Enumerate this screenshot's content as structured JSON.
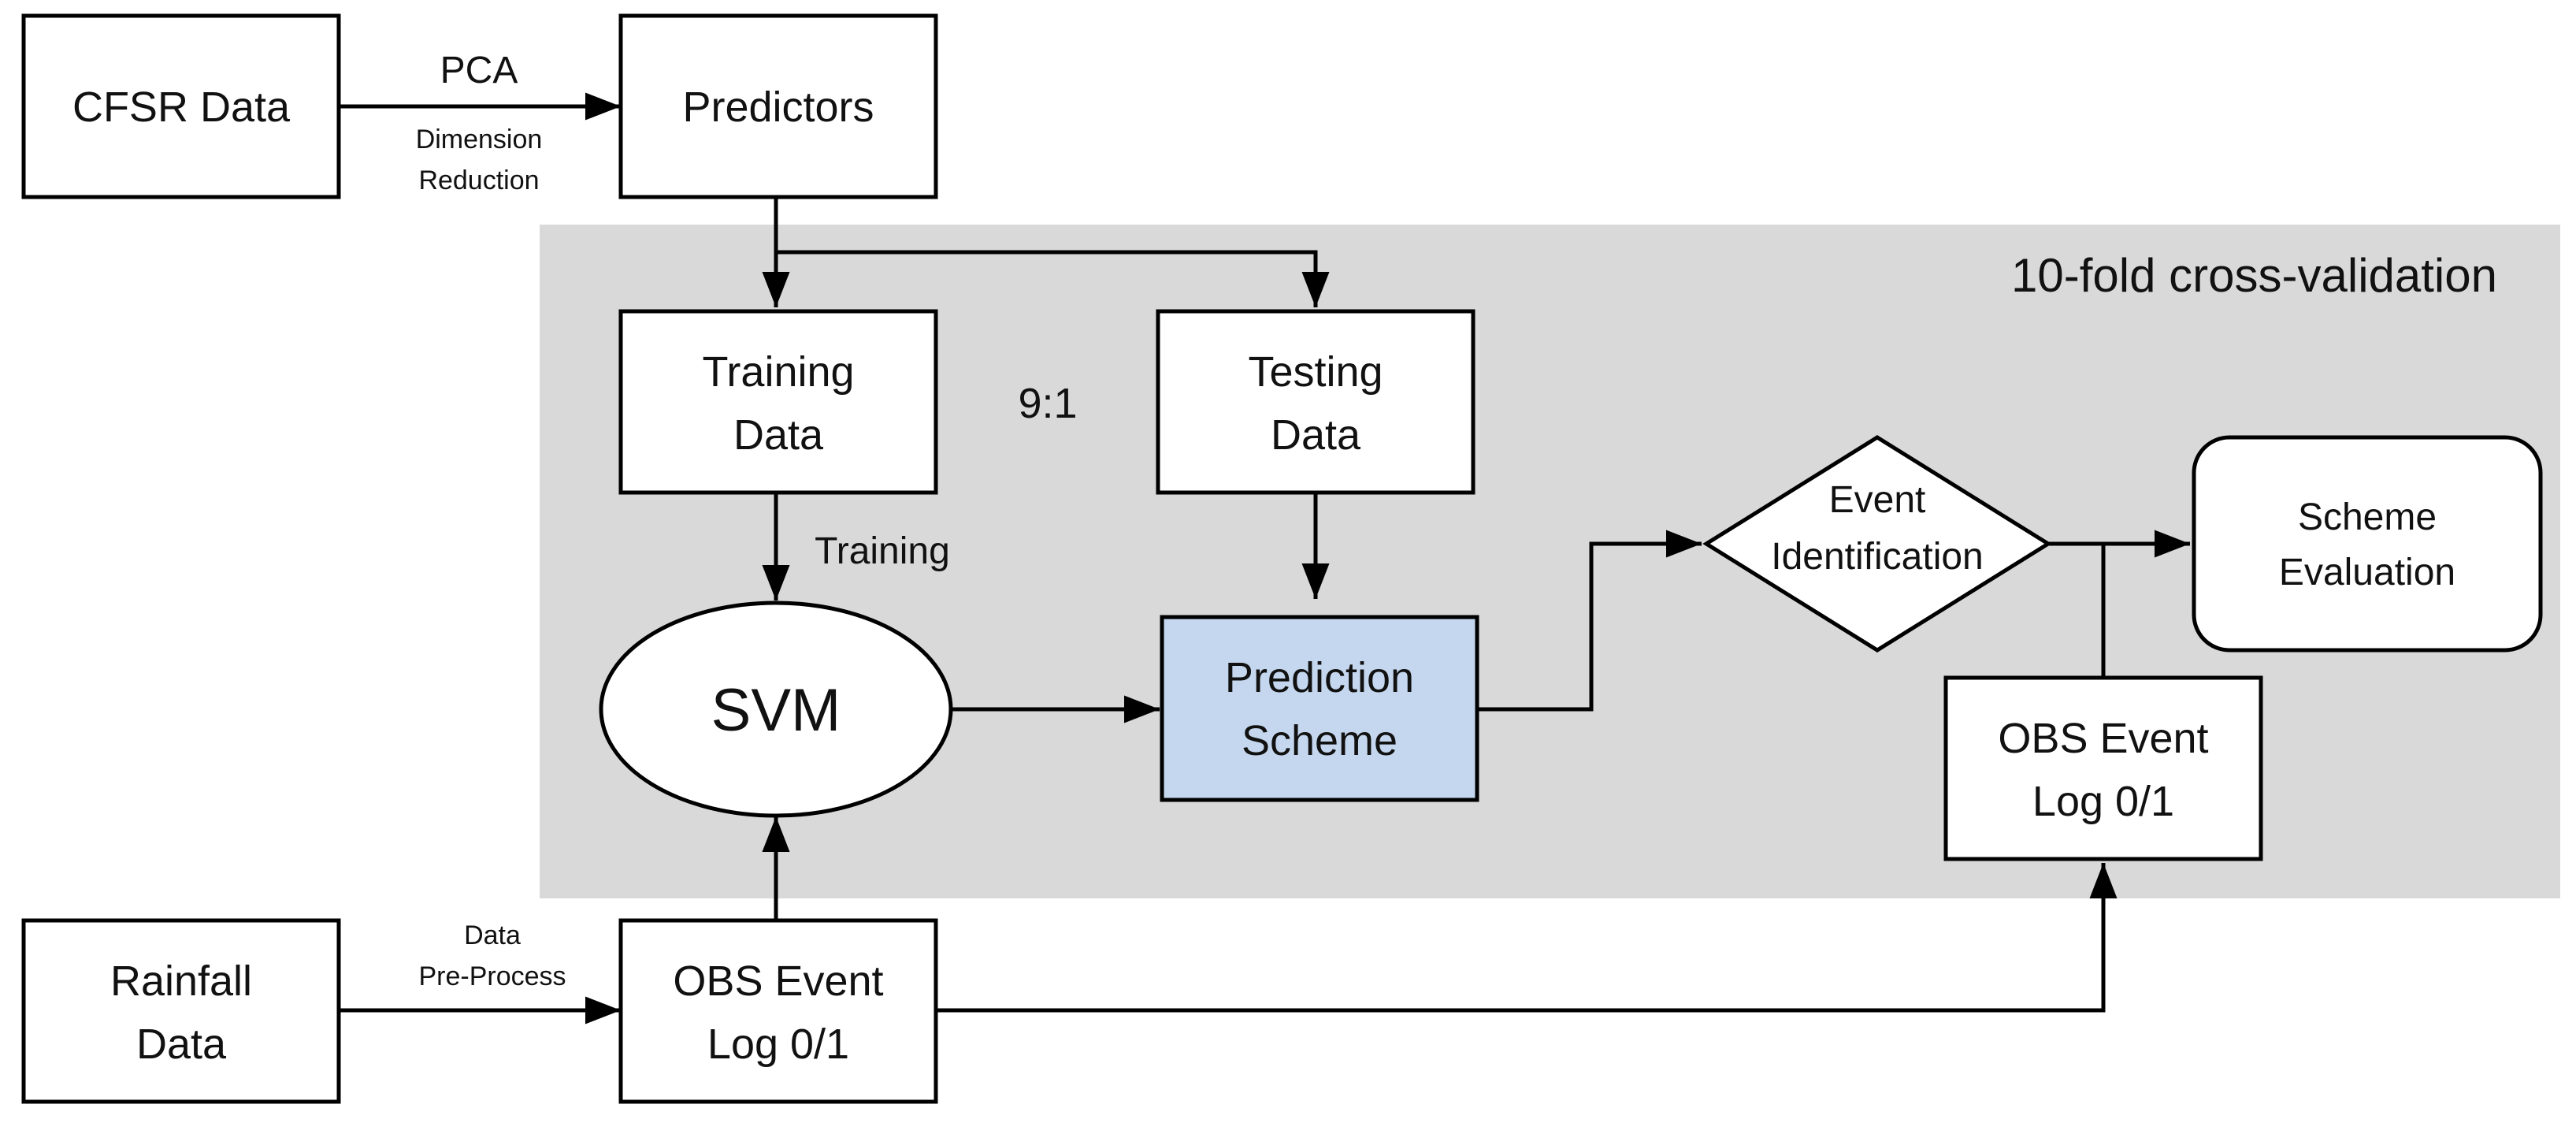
{
  "region": {
    "label": "10-fold  cross-validation"
  },
  "nodes": {
    "cfsr": {
      "label": "CFSR Data"
    },
    "predictors": {
      "label": "Predictors"
    },
    "training_data": {
      "line1": "Training",
      "line2": "Data"
    },
    "testing_data": {
      "line1": "Testing",
      "line2": "Data"
    },
    "svm": {
      "label": "SVM"
    },
    "prediction_scheme": {
      "line1": "Prediction",
      "line2": "Scheme"
    },
    "event_identification": {
      "line1": "Event",
      "line2": "Identification"
    },
    "scheme_evaluation": {
      "line1": "Scheme",
      "line2": "Evaluation"
    },
    "obs_event_right": {
      "line1": "OBS Event",
      "line2": "Log 0/1"
    },
    "rainfall": {
      "line1": "Rainfall",
      "line2": "Data"
    },
    "obs_event_bottom": {
      "line1": "OBS Event",
      "line2": "Log 0/1"
    }
  },
  "edges": {
    "pca": {
      "label": "PCA",
      "sub1": "Dimension",
      "sub2": "Reduction"
    },
    "split": {
      "label": "9:1"
    },
    "training": {
      "label": "Training"
    },
    "preprocess": {
      "line1": "Data",
      "line2": "Pre-Process"
    }
  },
  "colors": {
    "prediction_fill": "#c5d7ee",
    "region_fill": "#d9d9d9"
  }
}
